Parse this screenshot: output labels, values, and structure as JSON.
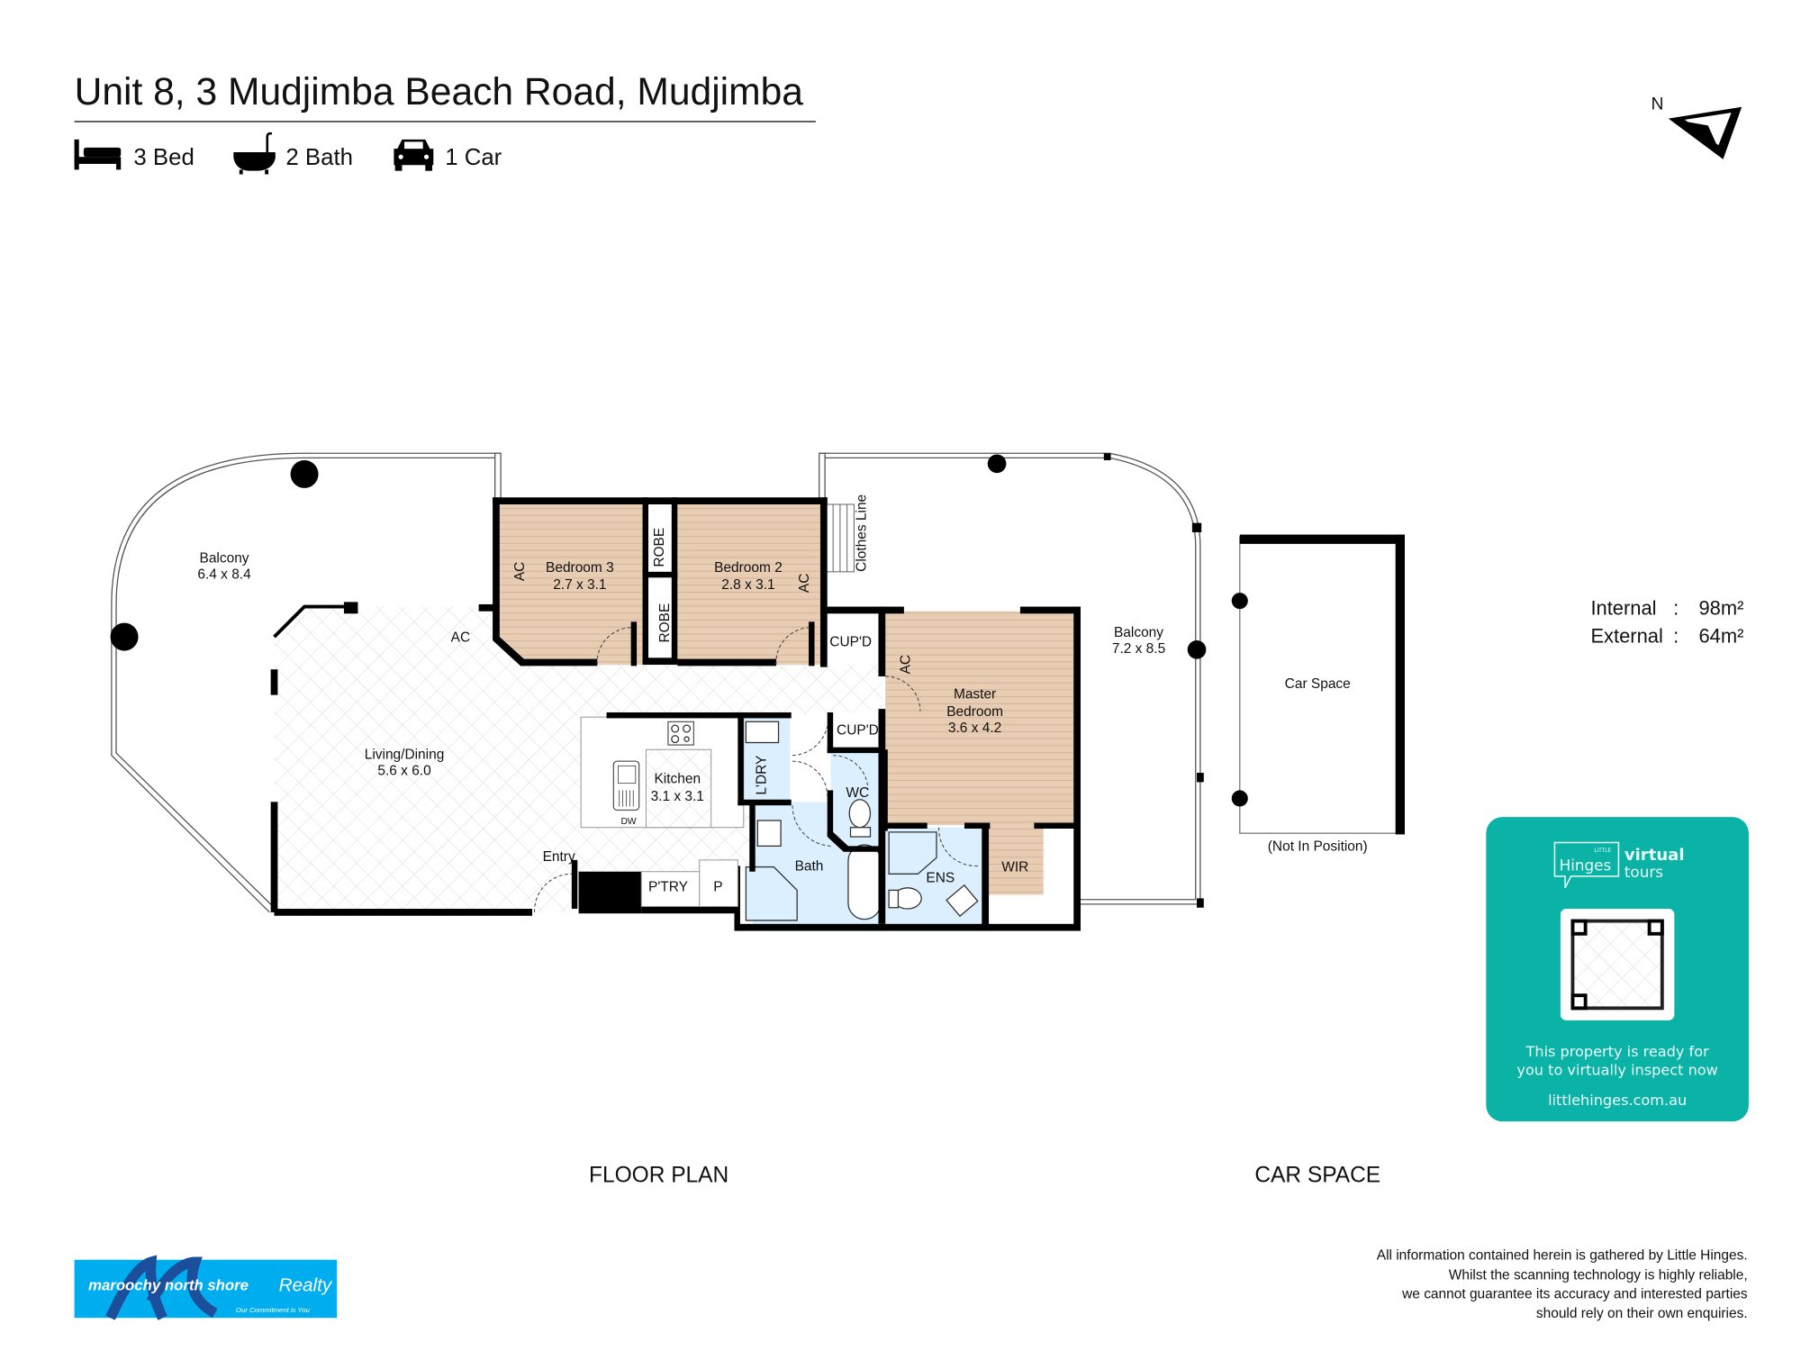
{
  "header": {
    "title": "Unit 8, 3 Mudjimba Beach Road, Mudjimba",
    "features": [
      {
        "icon": "bed-icon",
        "label": "3 Bed"
      },
      {
        "icon": "bath-icon",
        "label": "2 Bath"
      },
      {
        "icon": "car-icon",
        "label": "1 Car"
      }
    ],
    "compass_label": "N"
  },
  "areas": {
    "internal_label": "Internal",
    "internal_value": "98m²",
    "external_label": "External",
    "external_value": "64m²",
    "separator": ":"
  },
  "rooms": {
    "balcony_left": {
      "name": "Balcony",
      "size": "6.4 x 8.4"
    },
    "bedroom3": {
      "name": "Bedroom 3",
      "size": "2.7 x 3.1"
    },
    "bedroom2": {
      "name": "Bedroom 2",
      "size": "2.8 x 3.1"
    },
    "robe": "ROBE",
    "ac": "AC",
    "clothes_line": "Clothes Line",
    "cupd": "CUP'D",
    "master": {
      "name1": "Master",
      "name2": "Bedroom",
      "size": "3.6 x 4.2"
    },
    "balcony_right": {
      "name": "Balcony",
      "size": "7.2 x 8.5"
    },
    "living": {
      "name": "Living/Dining",
      "size": "5.6 x 6.0"
    },
    "kitchen": {
      "name": "Kitchen",
      "size": "3.1 x 3.1"
    },
    "dw": "DW",
    "laundry": "L'DRY",
    "wc": "WC",
    "bath": "Bath",
    "ens": "ENS",
    "wir": "WIR",
    "entry": "Entry",
    "pantry": "P'TRY",
    "p": "P",
    "car_space": "Car Space",
    "not_in_position": "(Not In Position)"
  },
  "captions": {
    "floor_plan": "FLOOR PLAN",
    "car_space": "CAR SPACE"
  },
  "promo": {
    "brand_small": "LITTLE",
    "brand": "Hinges",
    "virtual": "virtual",
    "tours": "tours",
    "line1": "This property is ready for",
    "line2": "you to virtually inspect now",
    "url": "littlehinges.com.au",
    "color": "#0bb3a7"
  },
  "agency": {
    "name": "maroochy north shore",
    "script": "Realty",
    "tagline": "Our Commitment is You",
    "color": "#00aeef"
  },
  "disclaimer": [
    "All information contained herein is gathered by Little Hinges.",
    "Whilst the scanning technology is highly reliable,",
    "we cannot guarantee its accuracy and interested parties",
    "should rely on their own enquiries."
  ]
}
